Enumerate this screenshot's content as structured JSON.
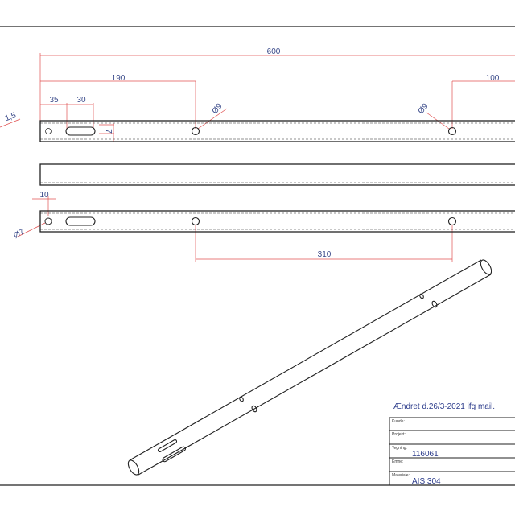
{
  "dimensions": {
    "total_length": "600",
    "to_first_hole": "190",
    "from_end_hole": "100",
    "slot_offset": "35",
    "slot_length": "30",
    "slot_width": "7",
    "wall": "1,5",
    "hole_dia": "Ø9",
    "hole_dia_2": "Ø9",
    "end_hole_offset": "10",
    "end_hole_dia": "Ø7",
    "hole_spacing": "310"
  },
  "note": "Ændret d.26/3-2021 ifg mail.",
  "title_block": {
    "customer_label": "Kunde:",
    "project_label": "Projekt:",
    "drawing_label": "Tegning:",
    "drawing_value": "116061",
    "subject_label": "Emne:",
    "material_label": "Materiale:",
    "material_value": "AISI304"
  },
  "colors": {
    "dimension_line": "#e05050",
    "dimension_text": "#3a4a8a",
    "outline": "#222222"
  }
}
